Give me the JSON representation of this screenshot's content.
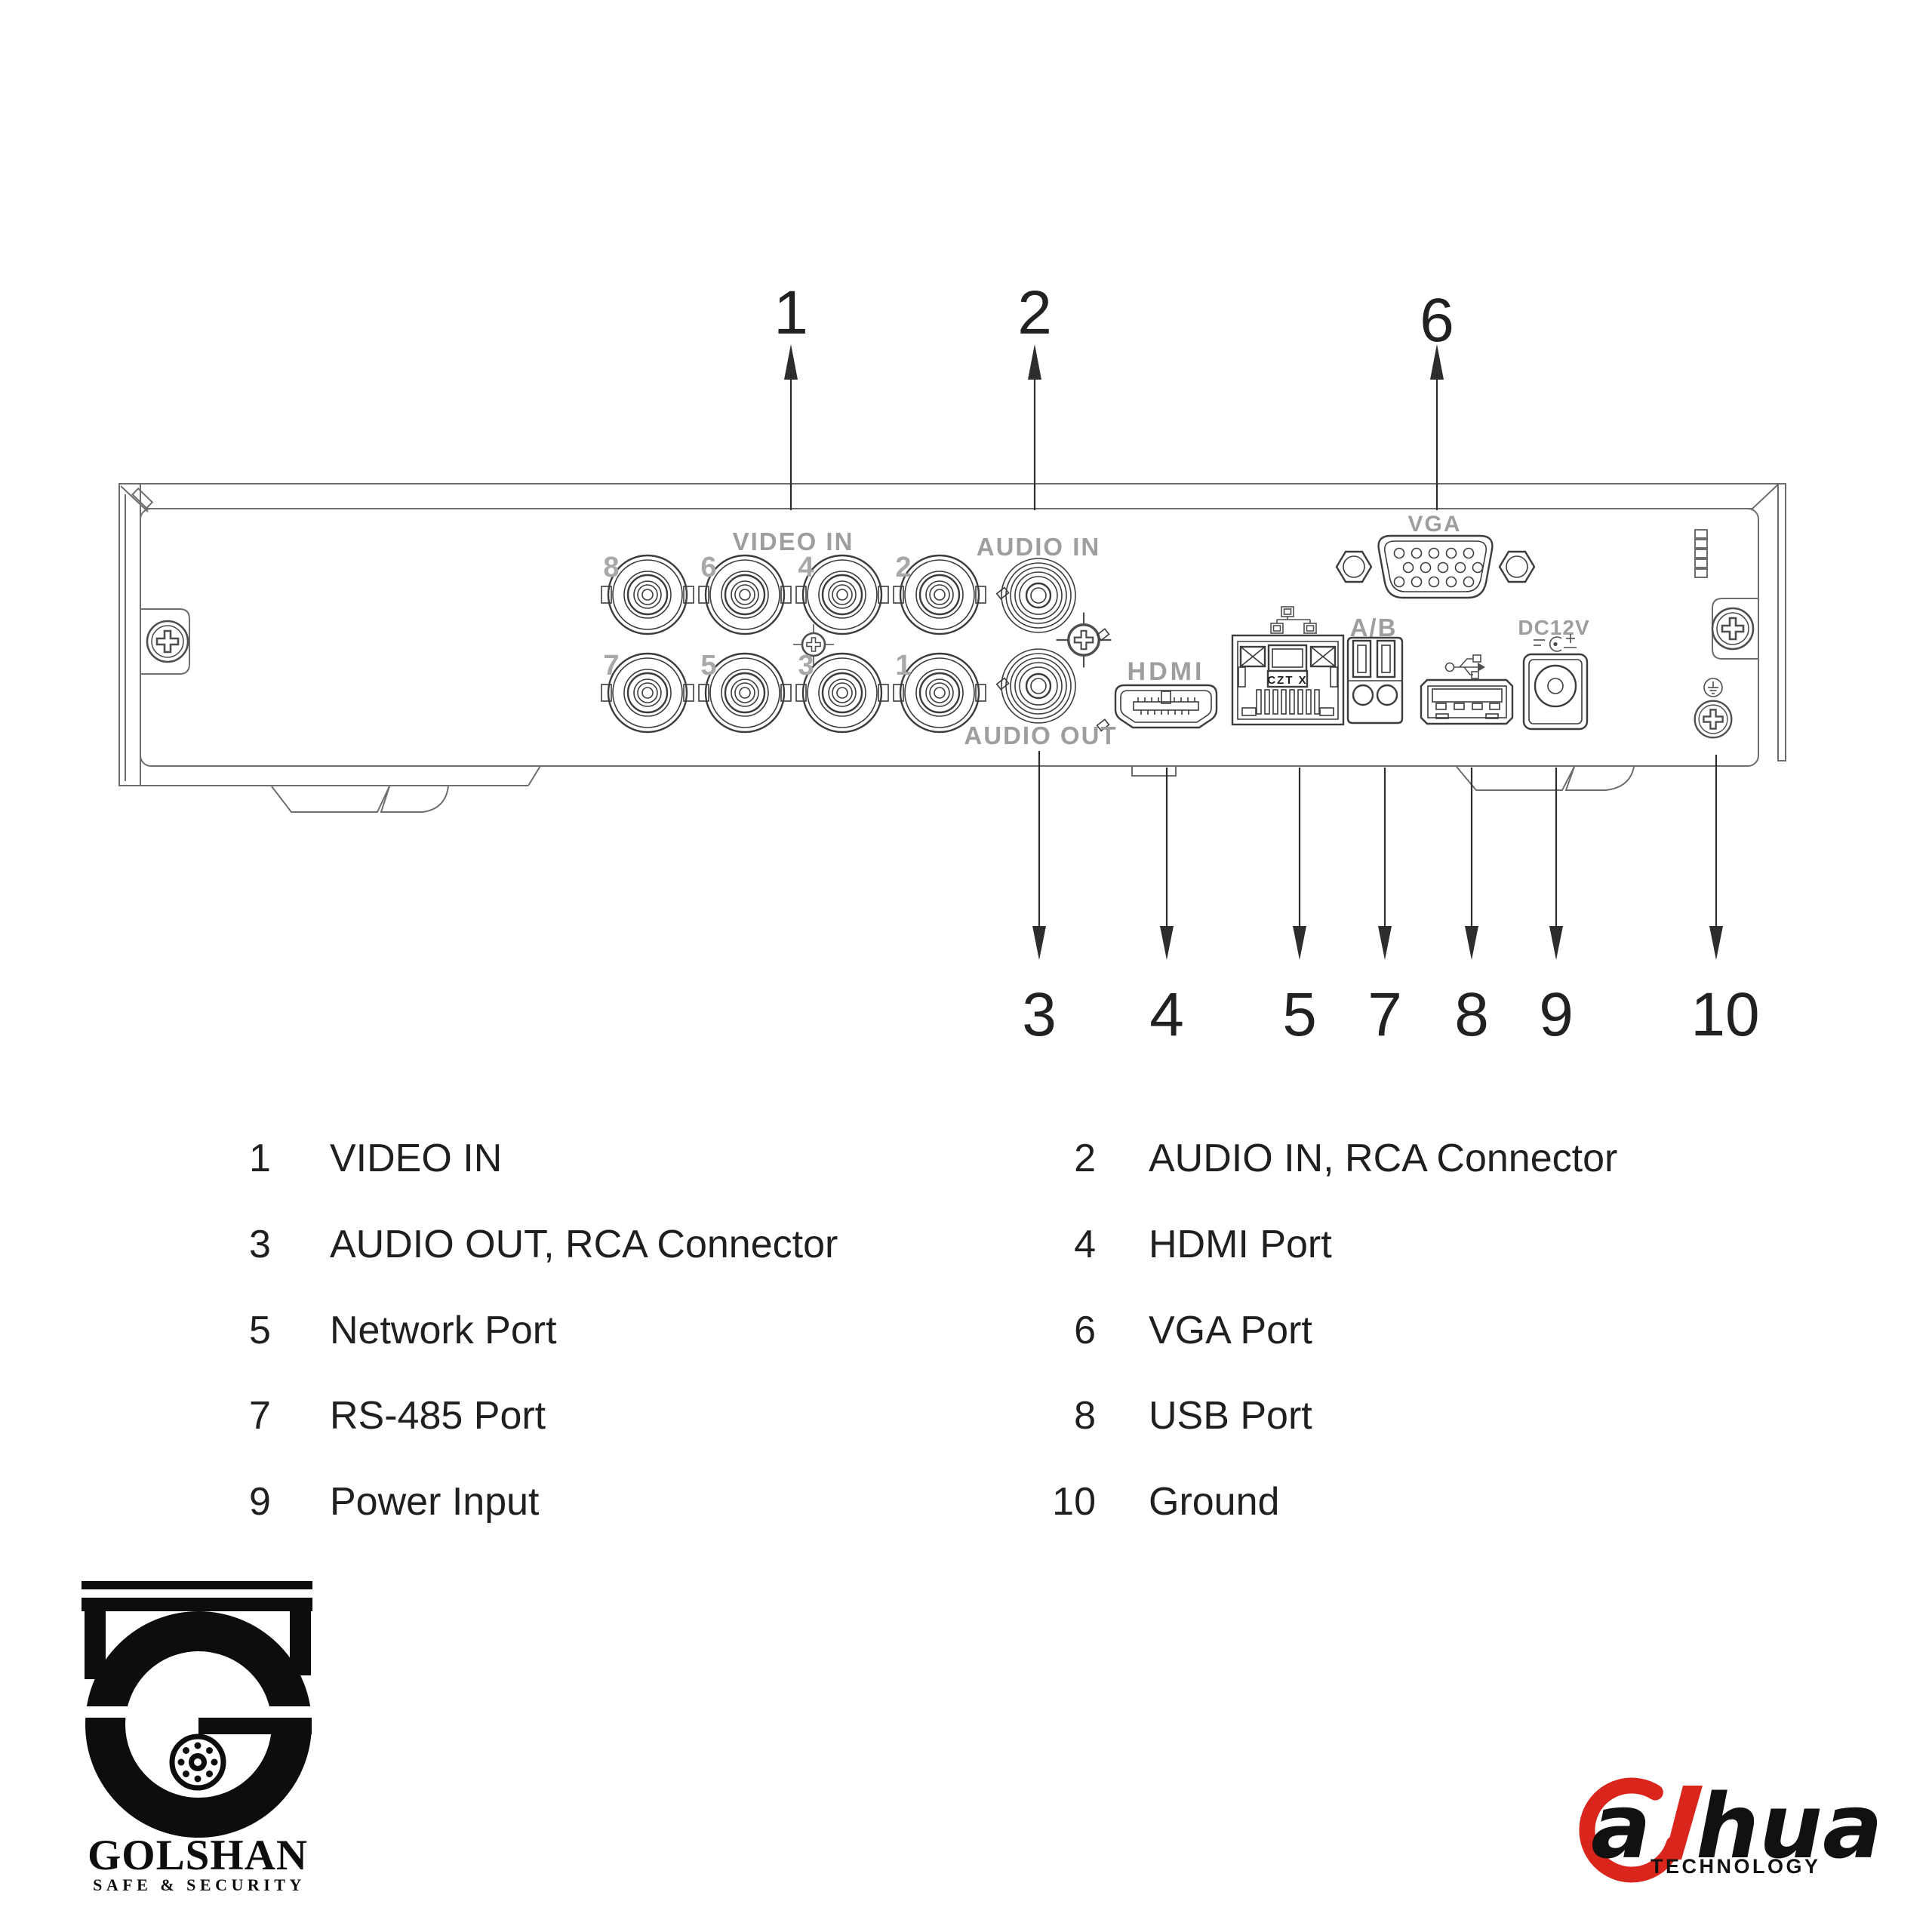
{
  "colors": {
    "background": "#ffffff",
    "chassis_line": "#6e6e6e",
    "port_line": "#3c3c3c",
    "panel_label_gray": "#9e9e9e",
    "callout_text": "#212121",
    "dahua_red": "#da251c",
    "logo_black": "#0d0d0d"
  },
  "callouts": {
    "c1": "1",
    "c2": "2",
    "c3": "3",
    "c4": "4",
    "c5": "5",
    "c6": "6",
    "c7": "7",
    "c8": "8",
    "c9": "9",
    "c10": "10"
  },
  "panel": {
    "video_in_label": "VIDEO IN",
    "audio_in_label": "AUDIO IN",
    "audio_out_label": "AUDIO OUT",
    "hdmi_label": "HDMI",
    "network_tag": "CZT X",
    "rs485_label": "A/B",
    "power_label": "DC12V",
    "vga_label": "VGA",
    "bnc_numbers_top": [
      "8",
      "6",
      "4",
      "2"
    ],
    "bnc_numbers_bottom": [
      "7",
      "5",
      "3",
      "1"
    ]
  },
  "legend": {
    "rows": [
      {
        "ln": "1",
        "ll": "VIDEO IN",
        "rn": "2",
        "rl": "AUDIO IN, RCA Connector"
      },
      {
        "ln": "3",
        "ll": "AUDIO OUT, RCA Connector",
        "rn": "4",
        "rl": "HDMI Port"
      },
      {
        "ln": "5",
        "ll": "Network Port",
        "rn": "6",
        "rl": "VGA Port"
      },
      {
        "ln": "7",
        "ll": "RS-485 Port",
        "rn": "8",
        "rl": "USB Port"
      },
      {
        "ln": "9",
        "ll": "Power Input",
        "rn": "10",
        "rl": "Ground"
      }
    ]
  },
  "golshan": {
    "name": "GOLSHAN",
    "tagline": "SAFE & SECURITY"
  },
  "dahua": {
    "wordmark_first": "a",
    "wordmark_rest": "hua",
    "tagline": "TECHNOLOGY"
  }
}
